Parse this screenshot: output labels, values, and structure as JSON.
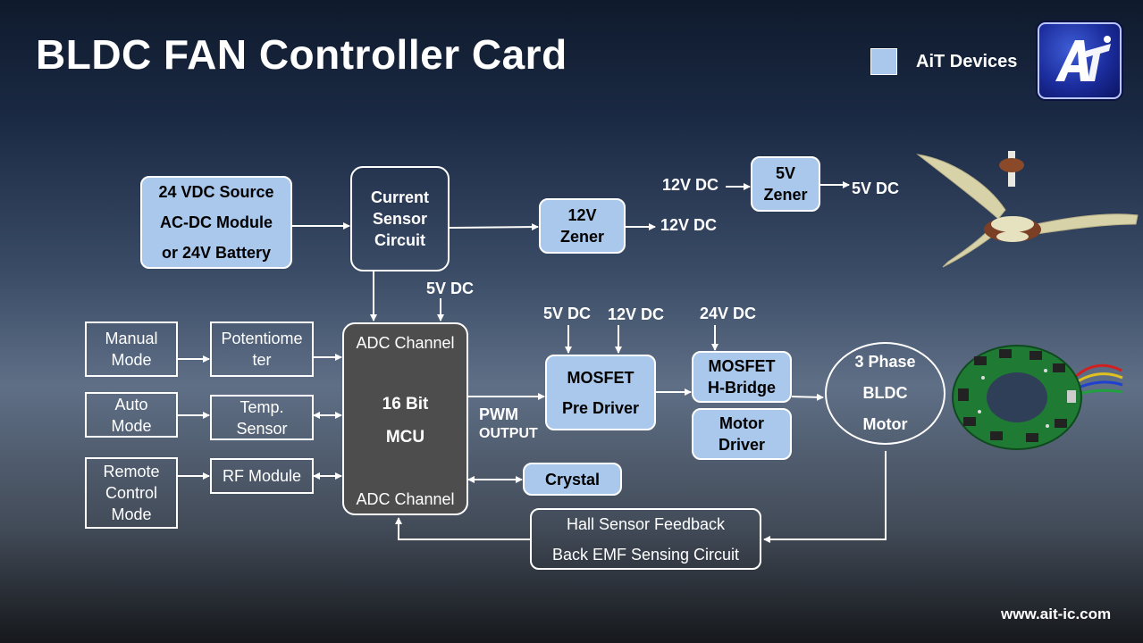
{
  "title": "BLDC FAN Controller Card",
  "legend": {
    "label": "AiT Devices",
    "color": "#a9c8ec"
  },
  "logo_text": "AiT",
  "website": "www.ait-ic.com",
  "blocks": {
    "source": [
      "24 VDC Source",
      "AC-DC Module",
      "or 24V Battery"
    ],
    "current_sensor": [
      "Current",
      "Sensor",
      "Circuit"
    ],
    "zener12": [
      "12V",
      "Zener"
    ],
    "zener5": [
      "5V",
      "Zener"
    ],
    "manual_mode": [
      "Manual",
      "Mode"
    ],
    "auto_mode": [
      "Auto",
      "Mode"
    ],
    "remote_mode": [
      "Remote",
      "Control",
      "Mode"
    ],
    "potentiometer": [
      "Potentiome",
      "ter"
    ],
    "temp_sensor": [
      "Temp.",
      "Sensor"
    ],
    "rf_module": "RF Module",
    "mcu": {
      "adc_top": "ADC Channel",
      "bits": "16 Bit",
      "name": "MCU",
      "adc_bottom": "ADC Channel"
    },
    "pre_driver": [
      "MOSFET",
      "Pre Driver"
    ],
    "h_bridge": [
      "MOSFET",
      "H-Bridge"
    ],
    "motor_driver": [
      "Motor",
      "Driver"
    ],
    "motor": [
      "3 Phase",
      "BLDC",
      "Motor"
    ],
    "crystal": "Crystal",
    "feedback": [
      "Hall Sensor Feedback",
      "Back EMF Sensing Circuit"
    ]
  },
  "labels": {
    "zener12_out": "12V DC",
    "zener5_in": "12V DC",
    "zener5_out": "5V DC",
    "mcu_5v": "5V DC",
    "pre_5v": "5V DC",
    "pre_12v": "12V DC",
    "bridge_24v": "24V DC",
    "pwm": "PWM",
    "output": "OUTPUT"
  }
}
